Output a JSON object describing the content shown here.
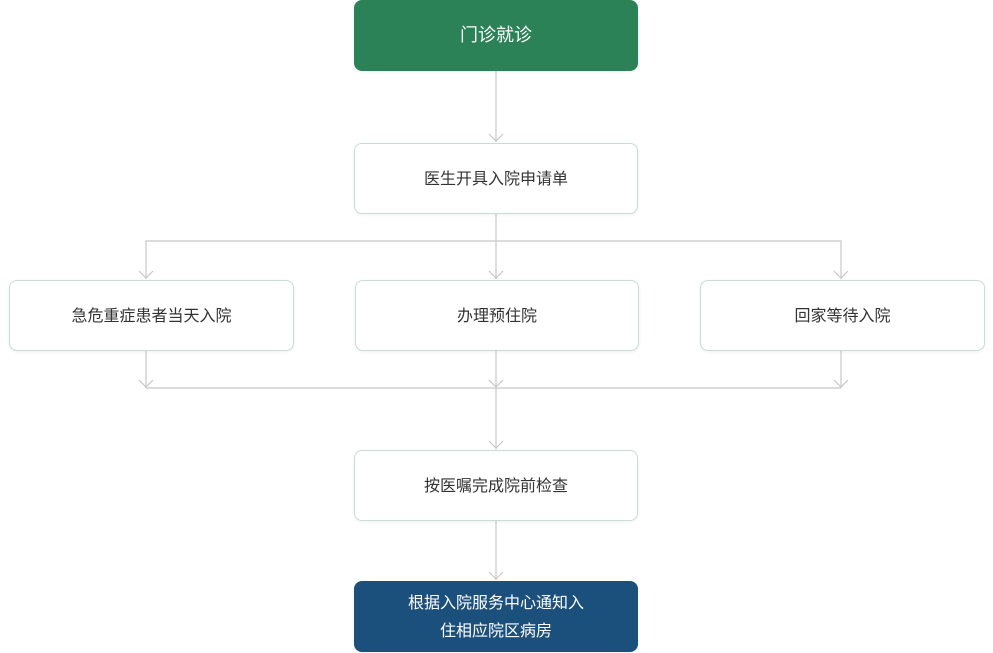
{
  "nodes": {
    "outpatient": "门诊就诊",
    "admission_request": "医生开具入院申请单",
    "emergency": "急危重症患者当天入院",
    "pre_admission": "办理预住院",
    "home_wait": "回家等待入院",
    "pre_exam": "按医嘱完成院前检查",
    "notify_line1": "根据入院服务中心通知入",
    "notify_line2": "住相应院区病房"
  },
  "colors": {
    "start": "#2a8256",
    "end": "#1b4f7c",
    "connector": "#c8c8c8"
  }
}
